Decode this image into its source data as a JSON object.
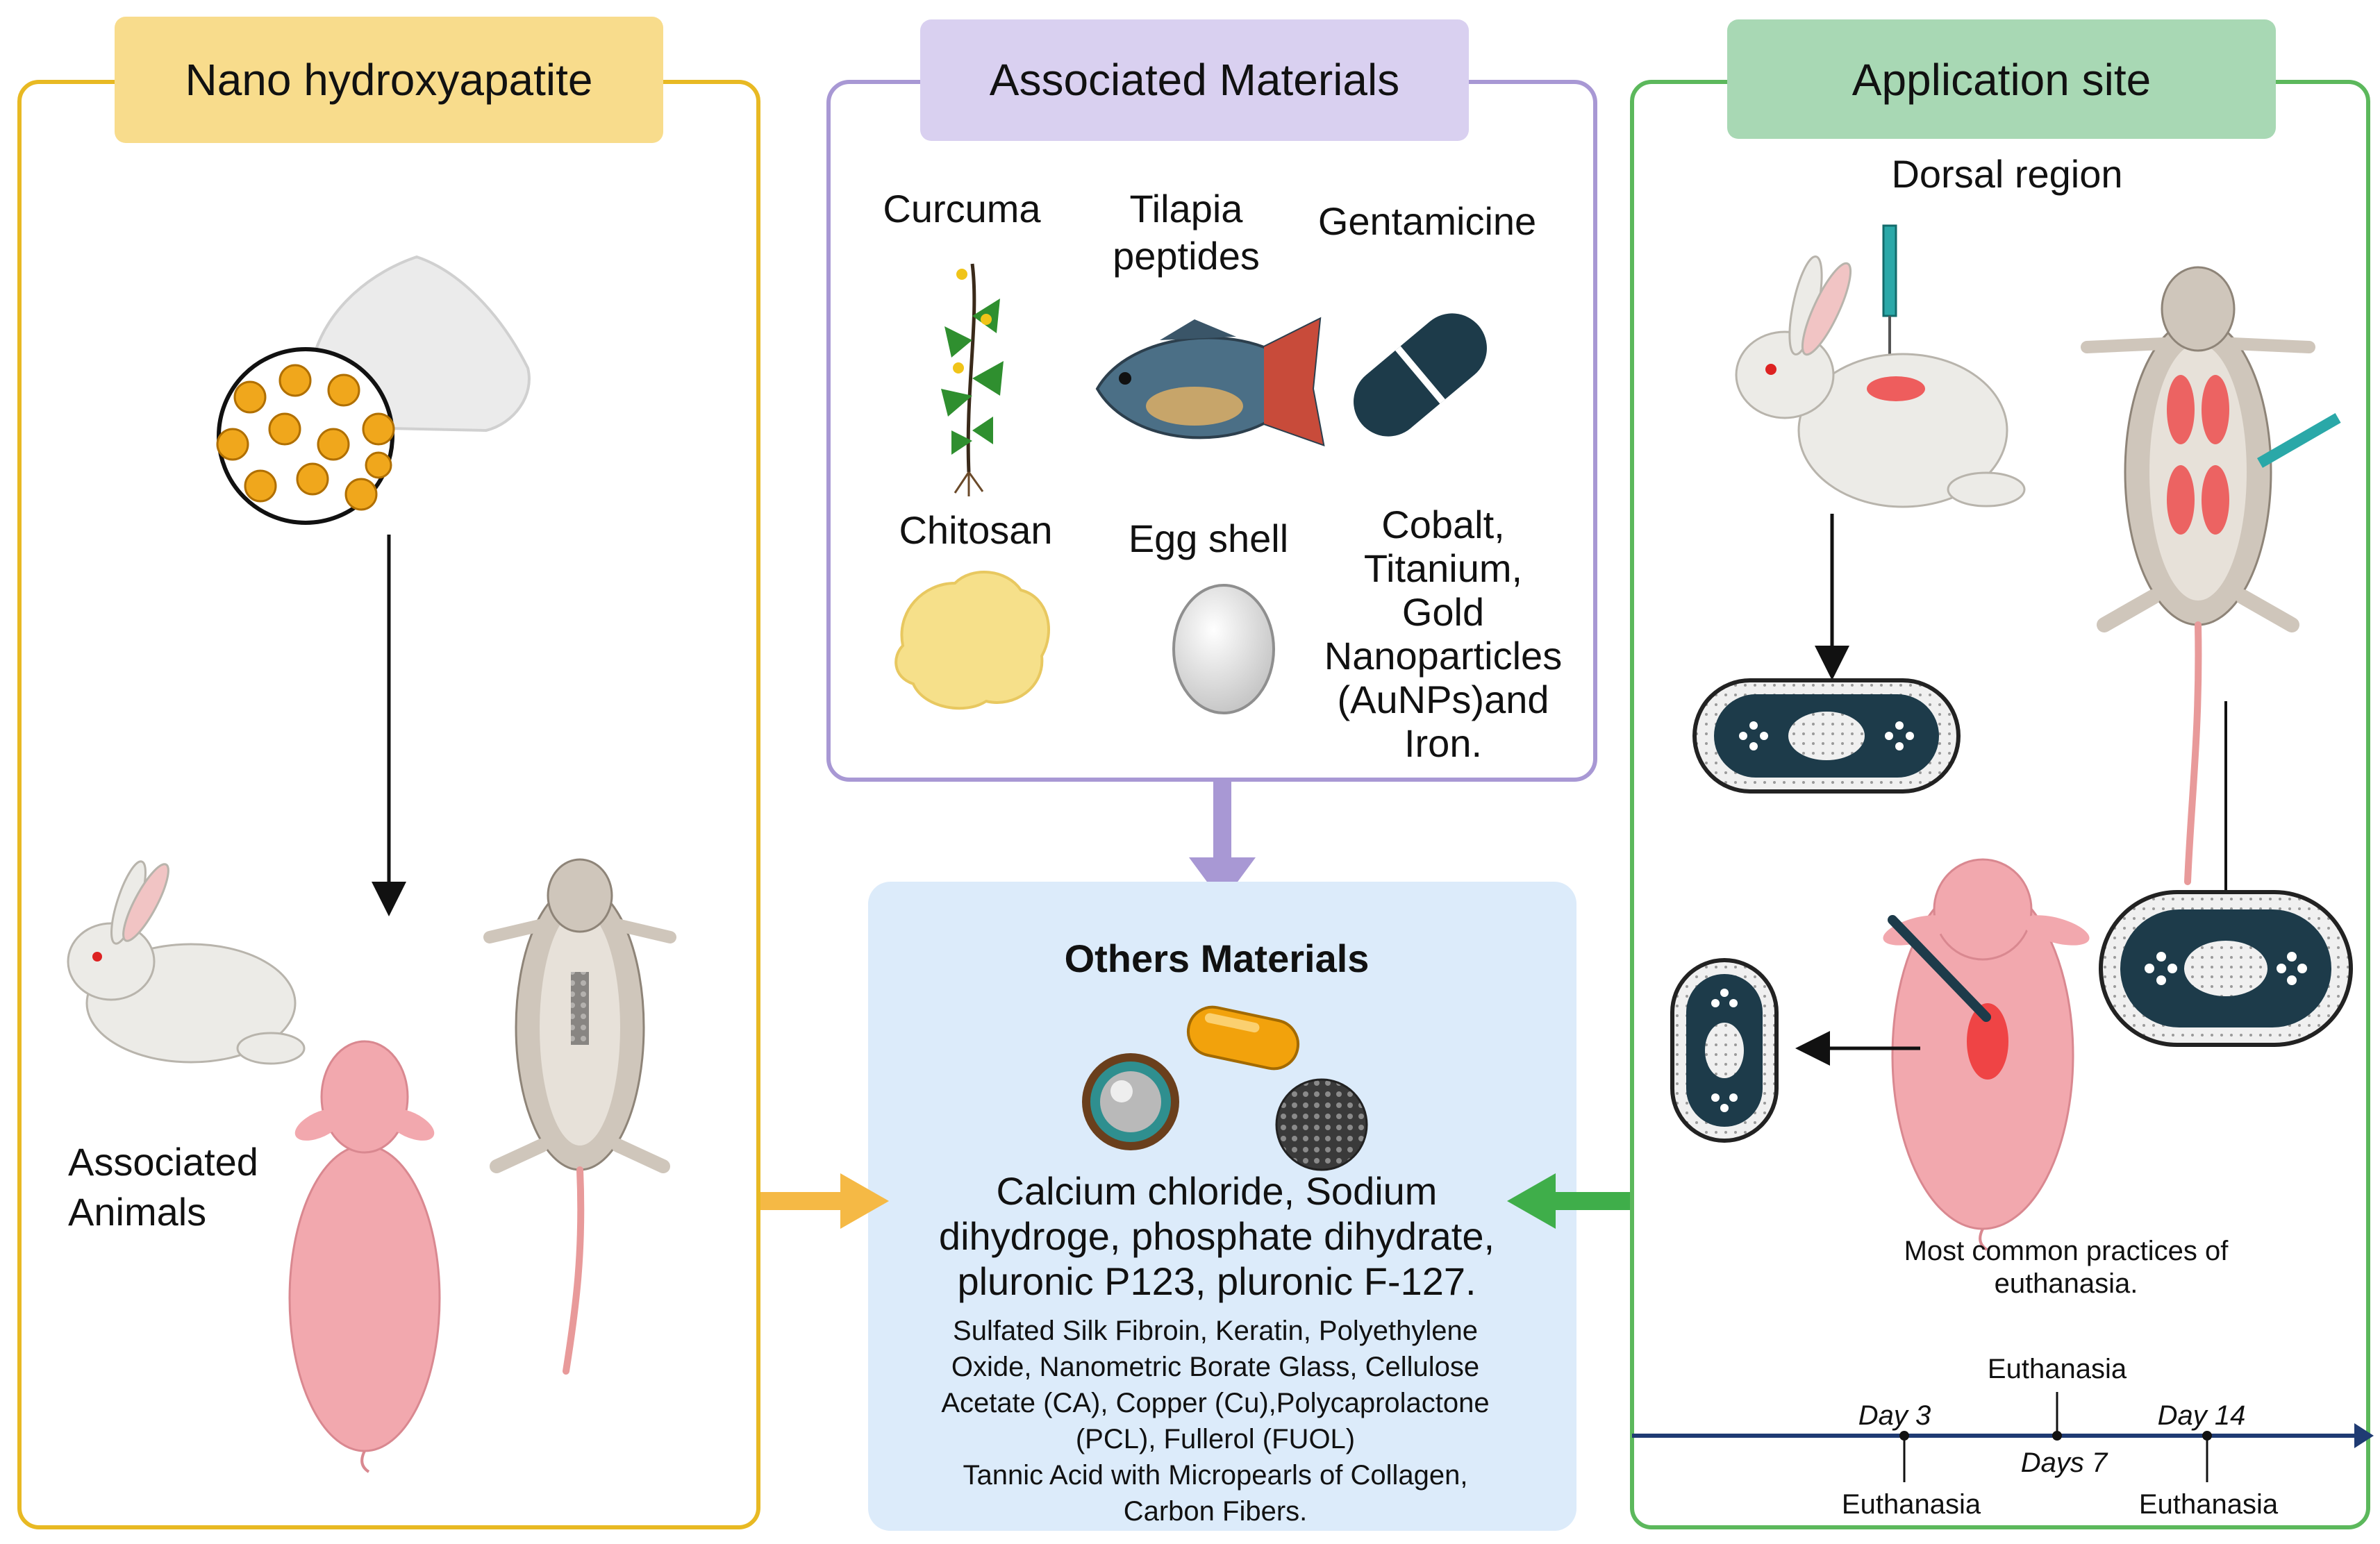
{
  "panels": {
    "left": {
      "title": "Nano hydroxyapatite",
      "associated_label_1": "Associated",
      "associated_label_2": "Animals",
      "color": "#e8b923",
      "title_bg": "#f8dc8c"
    },
    "middle": {
      "title": "Associated Materials",
      "color": "#a898d4",
      "title_bg": "#d9d0f0",
      "items": [
        {
          "label_lines": [
            "Curcuma"
          ]
        },
        {
          "label_lines": [
            "Tilapia",
            "peptides"
          ]
        },
        {
          "label_lines": [
            "Gentamicine"
          ]
        },
        {
          "label_lines": [
            "Chitosan"
          ]
        },
        {
          "label_lines": [
            "Egg shell"
          ]
        },
        {
          "label_lines": [
            "Cobalt,",
            "Titanium,",
            "Gold",
            "Nanoparticles",
            "(AuNPs)and",
            "Iron."
          ]
        }
      ]
    },
    "right": {
      "title": "Application site",
      "subtitle": "Dorsal region",
      "color": "#5cb85c",
      "title_bg": "#a8d8b4",
      "note_lines": [
        "Most common practices of",
        "euthanasia."
      ]
    },
    "others": {
      "title": "Others Materials",
      "bg": "#dcebfa",
      "main_lines": [
        "Calcium chloride, Sodium",
        "dihydroge,  phosphate dihydrate,",
        "pluronic P123, pluronic F-127."
      ],
      "small_lines": [
        "Sulfated Silk Fibroin, Keratin, Polyethylene",
        "Oxide, Nanometric Borate Glass, Cellulose",
        "Acetate (CA), Copper (Cu),Polycaprolactone",
        "(PCL), Fullerol (FUOL)",
        "Tannic Acid with Micropearls of Collagen,",
        "Carbon Fibers."
      ]
    }
  },
  "timeline": {
    "day3": "Day 3",
    "day7": "Days 7",
    "day14": "Day 14",
    "euth_top": "Euthanasia",
    "euth_left": "Euthanasia",
    "euth_right": "Euthanasia",
    "color": "#1f3b73"
  }
}
